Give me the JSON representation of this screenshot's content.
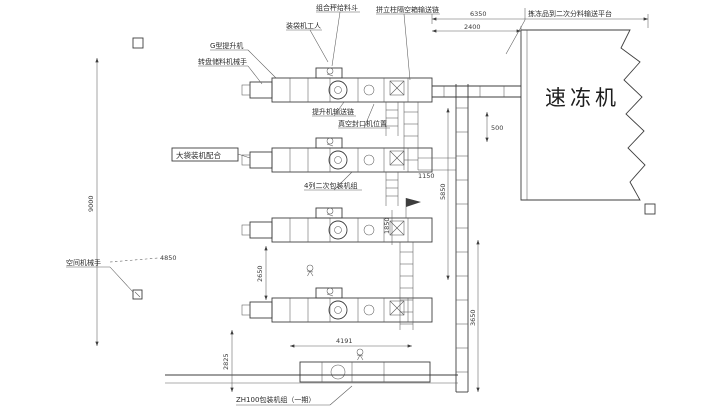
{
  "drawing": {
    "freezer_label": "速冻机",
    "bottom_title": "ZH100包装机组（一期）",
    "boxed_label": "大袋装机配合",
    "annotations": {
      "top_right": "拣冻品到二次分料输送平台",
      "hopper": "组合秤给料斗",
      "chain": "拼立柱隔空箱输送链",
      "worker": "装袋机工人",
      "lifter": "G型提升机",
      "tray": "转盘储料机械手",
      "conveyor": "提升机输送链",
      "vacuum": "真空封口机位置",
      "pack": "4列二次包装机组",
      "robot": "空间机械手"
    },
    "dimensions": {
      "d6350": "6350",
      "d2400": "2400",
      "d9000": "9000",
      "d500": "500",
      "d1150": "1150",
      "d5850": "5850",
      "d3650": "3650",
      "d1850": "1850",
      "d2650": "2650",
      "d2825": "2825",
      "d4191": "4191",
      "d4850": "4850"
    }
  }
}
